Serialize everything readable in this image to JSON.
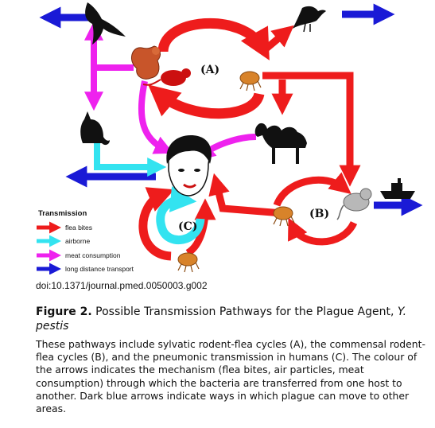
{
  "figure": {
    "labels": {
      "a": "(A)",
      "b": "(B)",
      "c": "(C)"
    },
    "legend": {
      "title": "Transmission",
      "items": [
        {
          "label": "flea bites",
          "color": "#ee1c1c"
        },
        {
          "label": "airborne",
          "color": "#33e3f0"
        },
        {
          "label": "meat consumption",
          "color": "#ee22ee"
        },
        {
          "label": "long distance transport",
          "color": "#1a1ad6"
        }
      ]
    },
    "icons": [
      "eagle-icon",
      "songbird-icon",
      "squirrel-icon",
      "rat-icon",
      "flea-icon",
      "cat-icon",
      "camel-icon",
      "human-face-icon",
      "mouse-icon",
      "ship-icon"
    ]
  },
  "doi": "doi:10.1371/journal.pmed.0050003.g002",
  "caption": {
    "figure_label": "Figure 2.",
    "title": "Possible Transmission Pathways for the Plague Agent,",
    "title_italic": "Y. pestis",
    "body": "These pathways include sylvatic rodent-flea cycles (A), the commensal rodent-flea cycles (B), and the pneumonic transmission in humans (C). The colour of the arrows indicates the mechanism (flea bites, air particles, meat consumption) through which the bacteria are transferred from one host to another. Dark blue arrows indicate ways in which plague can move to other areas."
  }
}
